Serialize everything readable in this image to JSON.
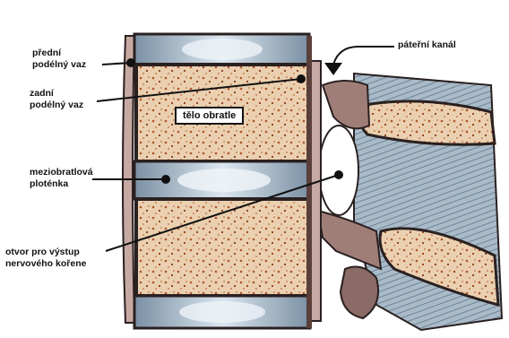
{
  "labels": {
    "anterior_ligament": [
      "přední",
      "podélný vaz"
    ],
    "posterior_ligament": [
      "zadní",
      "podélný vaz"
    ],
    "vertebral_body": "tělo obratle",
    "intervertebral_disc": [
      "meziobratlová",
      "ploténka"
    ],
    "nerve_root_foramen": [
      "otvor pro výstup",
      "nervového kořene"
    ],
    "spinal_canal": "páteřní kanál"
  },
  "colors": {
    "bone": "#ead0b0",
    "bone_dots": "#b0542a",
    "disc": "#9fb4c8",
    "ligament": "#c7a9a3",
    "outline": "#2a2020",
    "nerve": "#a07e78",
    "tissue": "#8fa2b2"
  }
}
